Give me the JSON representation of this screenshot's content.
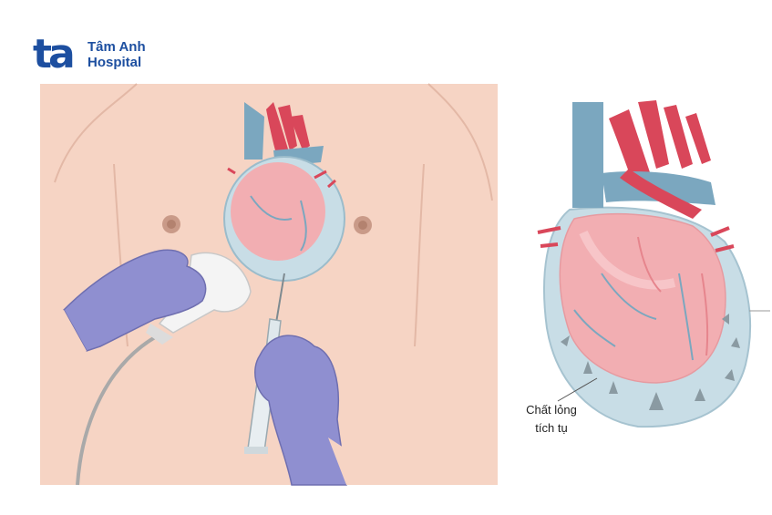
{
  "brand": {
    "logo_mark": "ta",
    "name_line1": "Tâm Anh",
    "name_line2": "Hospital",
    "color": "#1d4fa0"
  },
  "illustration": {
    "left_panel": "pericardiocentesis-procedure",
    "right_panel": "heart-with-pericardial-effusion",
    "colors": {
      "skin": "#f6d4c4",
      "glove": "#8f8fd0",
      "fluid": "#c8dde6",
      "heart": "#f2aeb2",
      "artery": "#d9475a",
      "vein": "#7ba7bf"
    }
  },
  "caption": {
    "line1": "Chất lỏng",
    "line2": "tích tụ"
  }
}
